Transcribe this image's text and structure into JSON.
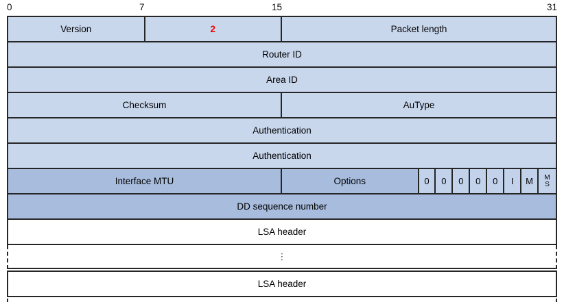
{
  "ruler": {
    "labels": [
      "0",
      "7",
      "15",
      "31"
    ]
  },
  "header_rows": {
    "version": "Version",
    "type_value": "2",
    "packet_length": "Packet length",
    "router_id": "Router ID",
    "area_id": "Area ID",
    "checksum": "Checksum",
    "autype": "AuType",
    "authentication1": "Authentication",
    "authentication2": "Authentication"
  },
  "dd_rows": {
    "interface_mtu": "Interface MTU",
    "options": "Options",
    "flags": [
      "0",
      "0",
      "0",
      "0",
      "0",
      "I",
      "M"
    ],
    "flag_ms": {
      "top": "M",
      "bottom": "S"
    },
    "dd_sequence_number": "DD sequence number"
  },
  "lsa_rows": {
    "lsa_header_1": "LSA header",
    "ellipsis": "⋮",
    "lsa_header_2": "LSA header"
  },
  "colors": {
    "field_fill_light": "#c9d7ed",
    "field_fill_dark": "#a8bcde",
    "flag_cell_fill": "#c2d2eb",
    "border": "#262626",
    "type_value_red": "#f20000"
  }
}
